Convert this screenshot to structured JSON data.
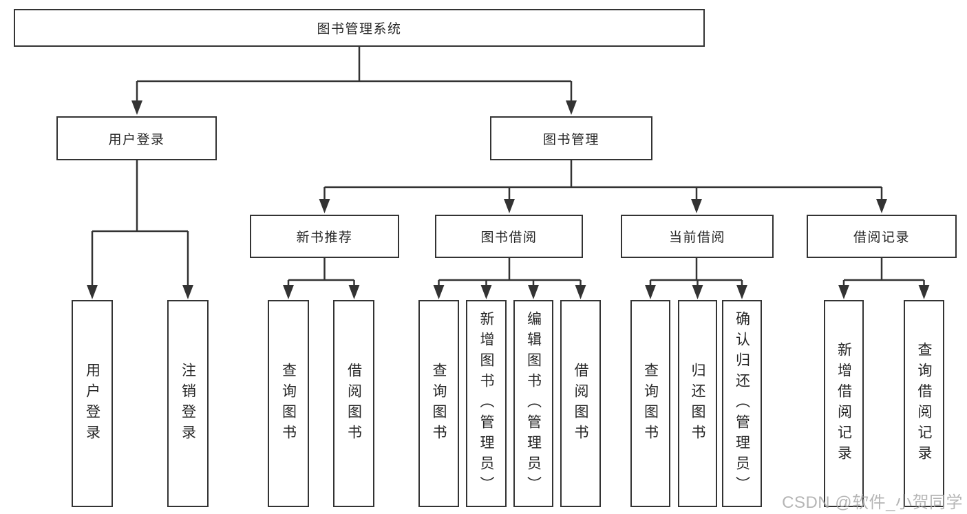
{
  "diagram": {
    "root": {
      "label": "图书管理系统",
      "children": [
        {
          "label": "用户登录",
          "children": [
            {
              "label": "用户登录"
            },
            {
              "label": "注销登录"
            }
          ]
        },
        {
          "label": "图书管理",
          "children": [
            {
              "label": "新书推荐",
              "children": [
                {
                  "label": "查询图书"
                },
                {
                  "label": "借阅图书"
                }
              ]
            },
            {
              "label": "图书借阅",
              "children": [
                {
                  "label": "查询图书"
                },
                {
                  "label": "新增图书（管理员）"
                },
                {
                  "label": "编辑图书（管理员）"
                },
                {
                  "label": "借阅图书"
                }
              ]
            },
            {
              "label": "当前借阅",
              "children": [
                {
                  "label": "查询图书"
                },
                {
                  "label": "归还图书"
                },
                {
                  "label": "确认归还（管理员）"
                }
              ]
            },
            {
              "label": "借阅记录",
              "children": [
                {
                  "label": "新增借阅记录"
                },
                {
                  "label": "查询借阅记录"
                }
              ]
            }
          ]
        }
      ]
    }
  },
  "watermark": {
    "text": "CSDN @软件_小贺同学"
  },
  "colors": {
    "line": "#333333",
    "text": "#262626",
    "watermark": "#a9a9a9",
    "background": "#ffffff"
  }
}
